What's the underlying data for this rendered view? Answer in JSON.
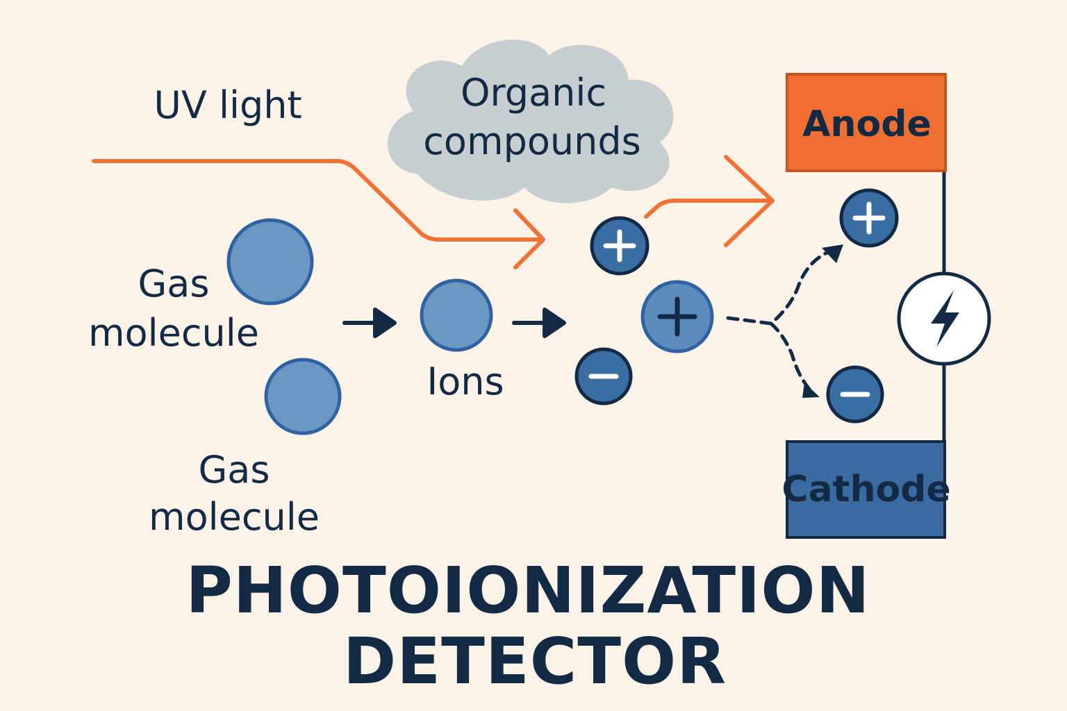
{
  "labels": {
    "uv_light": "UV light",
    "organic_line1": "Organic",
    "organic_line2": "compounds",
    "gas_molecule_1_line1": "Gas",
    "gas_molecule_1_line2": "molecule",
    "gas_molecule_2_line1": "Gas",
    "gas_molecule_2_line2": "molecule",
    "ions": "Ions",
    "anode": "Anode",
    "cathode": "Cathode"
  },
  "title": {
    "line1": "PHOTOIONIZATION",
    "line2": "DETECTOR"
  },
  "icons": {
    "positive_ion": "plus-sign",
    "negative_ion": "minus-sign",
    "power": "lightning-bolt"
  },
  "colors": {
    "background": "#fbf2e8",
    "navy": "#132a45",
    "orange": "#f07234",
    "molecule_blue": "#6a98c3",
    "molecule_stroke": "#2f62a0",
    "ion_blue": "#3a6da2",
    "cloud": "#c7ced2",
    "cathode": "#3a6ba0",
    "anode": "#f06f30"
  }
}
